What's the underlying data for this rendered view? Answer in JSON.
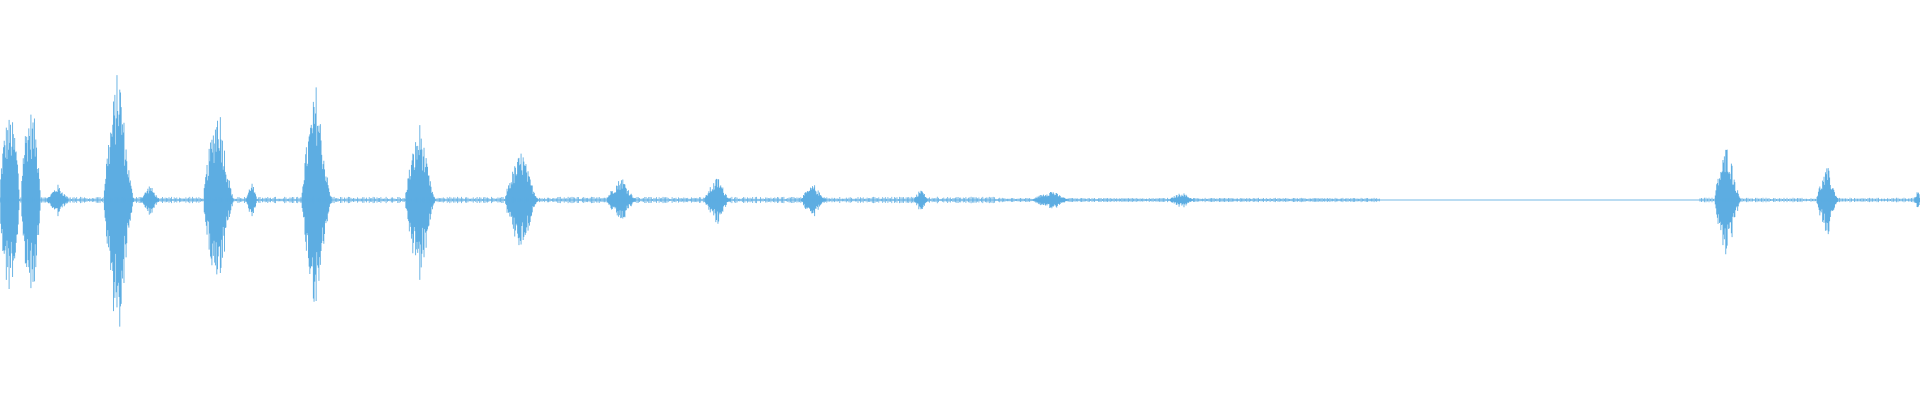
{
  "waveform": {
    "color": "#5dade2",
    "background": "#ffffff",
    "bursts": [
      {
        "center": 0.005,
        "width": 0.01,
        "amplitude": 0.42,
        "shape": "wide"
      },
      {
        "center": 0.016,
        "width": 0.01,
        "amplitude": 0.45,
        "shape": "wide"
      },
      {
        "center": 0.03,
        "width": 0.012,
        "amplitude": 0.08,
        "shape": "tail"
      },
      {
        "center": 0.062,
        "width": 0.016,
        "amplitude": 0.7,
        "shape": "peak"
      },
      {
        "center": 0.078,
        "width": 0.01,
        "amplitude": 0.08,
        "shape": "tail"
      },
      {
        "center": 0.114,
        "width": 0.016,
        "amplitude": 0.52,
        "shape": "peak"
      },
      {
        "center": 0.131,
        "width": 0.006,
        "amplitude": 0.1,
        "shape": "tail"
      },
      {
        "center": 0.165,
        "width": 0.016,
        "amplitude": 0.6,
        "shape": "peak"
      },
      {
        "center": 0.219,
        "width": 0.016,
        "amplitude": 0.4,
        "shape": "peak"
      },
      {
        "center": 0.272,
        "width": 0.018,
        "amplitude": 0.26,
        "shape": "peak"
      },
      {
        "center": 0.324,
        "width": 0.016,
        "amplitude": 0.12,
        "shape": "peak"
      },
      {
        "center": 0.374,
        "width": 0.014,
        "amplitude": 0.12,
        "shape": "peak"
      },
      {
        "center": 0.424,
        "width": 0.014,
        "amplitude": 0.08,
        "shape": "peak"
      },
      {
        "center": 0.48,
        "width": 0.008,
        "amplitude": 0.06,
        "shape": "peak"
      },
      {
        "center": 0.548,
        "width": 0.02,
        "amplitude": 0.05,
        "shape": "peak"
      },
      {
        "center": 0.616,
        "width": 0.014,
        "amplitude": 0.04,
        "shape": "peak"
      },
      {
        "center": 0.9,
        "width": 0.014,
        "amplitude": 0.3,
        "shape": "peak"
      },
      {
        "center": 0.952,
        "width": 0.012,
        "amplitude": 0.17,
        "shape": "peak"
      },
      {
        "center": 0.999,
        "width": 0.004,
        "amplitude": 0.05,
        "shape": "peak"
      }
    ]
  }
}
